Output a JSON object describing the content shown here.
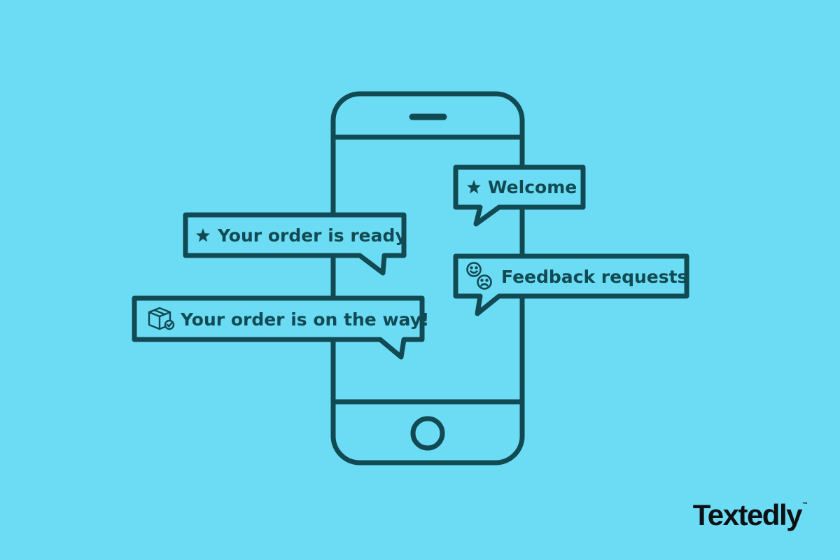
{
  "colors": {
    "background": "#6cdcf5",
    "stroke": "#114a52",
    "brand_text": "#0e1113"
  },
  "bubbles": [
    {
      "label": "Welcome",
      "icon": "star-icon"
    },
    {
      "label": "Your order is ready",
      "icon": "star-icon"
    },
    {
      "label": "Feedback requests",
      "icon": "smiley-sad-faces-icon"
    },
    {
      "label": "Your order is on the way!",
      "icon": "package-check-icon"
    }
  ],
  "brand": {
    "name": "Textedly",
    "trademark": "™"
  }
}
